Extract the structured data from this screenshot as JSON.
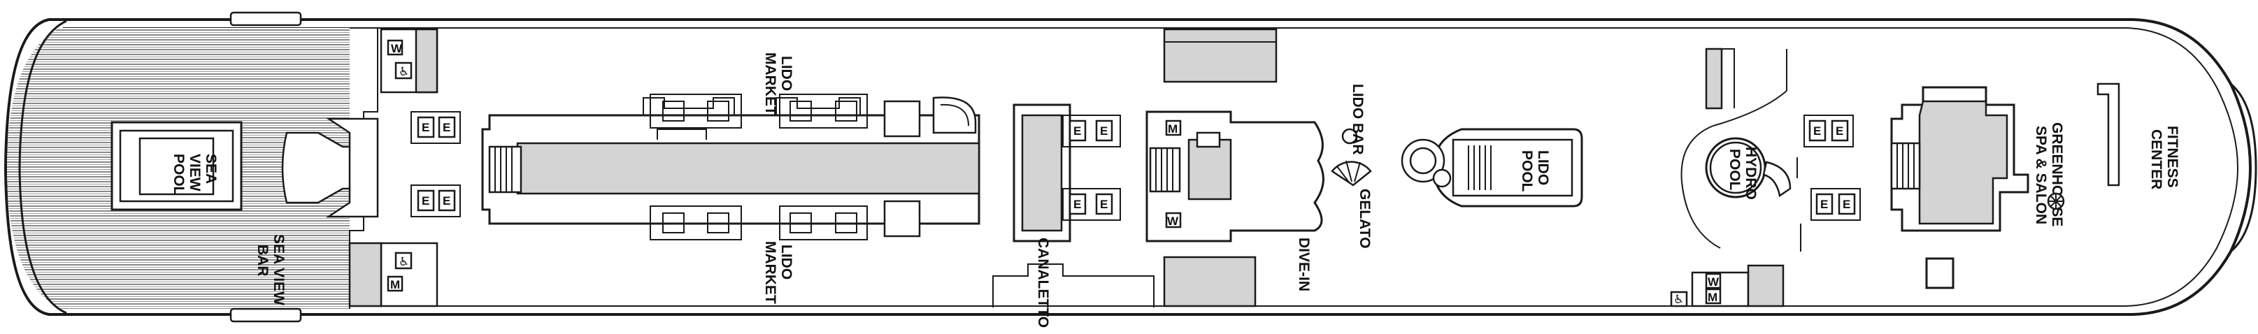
{
  "deck": {
    "labels": {
      "sea_view_pool": [
        "SEA",
        "VIEW",
        "POOL"
      ],
      "sea_view_bar": [
        "SEA VIEW",
        "BAR"
      ],
      "lido_market_top": [
        "LIDO",
        "MARKET"
      ],
      "lido_market_bottom": [
        "LIDO",
        "MARKET"
      ],
      "canaletto": "CANALETTO",
      "dive_in": "DIVE-IN",
      "lido_bar": "LIDO BAR",
      "gelato": "GELATO",
      "lido_pool": [
        "LIDO",
        "POOL"
      ],
      "hydro_pool": [
        "HYDRO",
        "POOL"
      ],
      "greenhouse": [
        "GREENHOUSE",
        "SPA & SALON"
      ],
      "fitness_center": [
        "FITNESS",
        "CENTER"
      ]
    },
    "icons": {
      "women_letter": "W",
      "men_letter": "M",
      "elevator_letter": "E",
      "accessible_symbol": "♿"
    },
    "colors": {
      "outline": "#1a1a1a",
      "shaded": "#d4d4d4",
      "background": "#ffffff"
    }
  }
}
